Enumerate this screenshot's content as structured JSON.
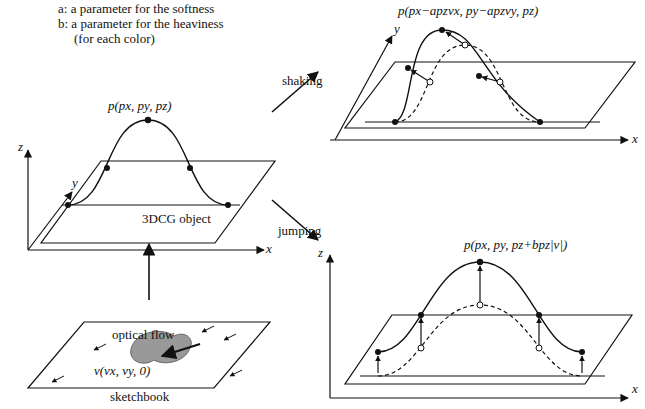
{
  "diagram": {
    "nodes": [
      {
        "text": [
          "3DCG object"
        ]
      },
      {
        "text": [
          "optical flow",
          "v(vx, vy, 0)",
          "sketchbook"
        ]
      }
    ],
    "edges": [
      {
        "from": 1,
        "to": 0,
        "arrow": "to"
      }
    ],
    "labels": [
      "a: a parameter for the softness",
      "b: a parameter for the heaviness",
      "(for each color)",
      "z",
      "y",
      "x",
      "p(px, py, pz)",
      "shaking",
      "jumping",
      "p(px−apzvx, py−apzvy, pz)",
      "y",
      "x",
      "p(px, py, pz+bpz|v|)",
      "z",
      "x"
    ]
  }
}
